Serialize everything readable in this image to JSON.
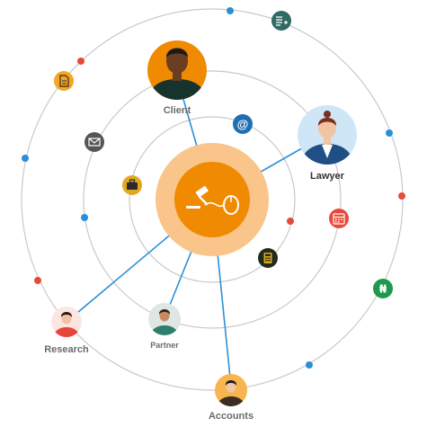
{
  "people": {
    "client": {
      "label": "Client",
      "shirt": "#17332e",
      "bg": "#f08a00",
      "skin": "#6b3d22",
      "hair": "#1b1b1b"
    },
    "lawyer": {
      "label": "Lawyer",
      "shirt": "#1f4f84",
      "bg": "#cfe6f7",
      "skin": "#f2c4a2",
      "hair": "#7a2f22"
    },
    "research": {
      "label": "Research",
      "shirt": "#e8443a",
      "bg": "#fde6e2",
      "skin": "#f0c2a0",
      "hair": "#2a1a12"
    },
    "partner": {
      "label": "Partner",
      "shirt": "#2f7e6c",
      "bg": "#dfe7e4",
      "skin": "#c88a62",
      "hair": "#3a2518"
    },
    "accounts": {
      "label": "Accounts",
      "shirt": "#3b2d24",
      "bg": "#f7b44f",
      "skin": "#f0c7a4",
      "hair": "#1b1b1b"
    }
  },
  "hub": {
    "icon": "gavel-mouse-icon",
    "core_color": "#f08a00",
    "halo_color": "#f9c58b"
  },
  "icons": {
    "document": {
      "icon": "document-icon",
      "color": "#f5a623"
    },
    "mail": {
      "icon": "mail-icon",
      "color": "#555555"
    },
    "at": {
      "icon": "at-sign-icon",
      "color": "#1f6fb2"
    },
    "briefcase": {
      "icon": "briefcase-icon",
      "color": "#e2a820"
    },
    "calculator": {
      "icon": "calculator-icon",
      "color": "#1f2b1c"
    },
    "calendar": {
      "icon": "calendar-icon",
      "color": "#e84a3a"
    },
    "naira": {
      "icon": "naira-icon",
      "color": "#1f9a4a"
    },
    "list_add": {
      "icon": "list-add-icon",
      "color": "#2f6a63"
    }
  },
  "colors": {
    "orbit": "#c9c9c9",
    "connector": "#2c8fd6",
    "dot_blue": "#2c8fd6",
    "dot_red": "#e84a3a"
  }
}
